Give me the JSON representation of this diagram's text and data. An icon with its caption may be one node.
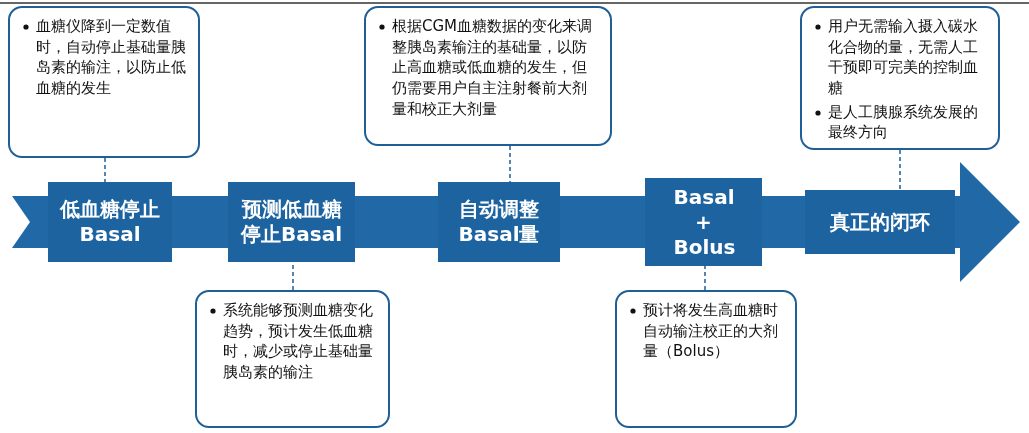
{
  "diagram": {
    "nodes": [
      {
        "text": [
          "血糖仪降到一定数值时，自动停止基础量胰岛素的输注，以防止低血糖的发生"
        ]
      },
      {
        "text": [
          "根据CGM血糖数据的变化来调整胰岛素输注的基础量，以防止高血糖或低血糖的发生，但仍需要用户自主注射餐前大剂量和校正大剂量"
        ]
      },
      {
        "text": [
          "用户无需输入摄入碳水化合物的量，无需人工干预即可完美的控制血糖",
          "是人工胰腺系统发展的最终方向"
        ]
      },
      {
        "text": [
          "低血糖停止 Basal"
        ]
      },
      {
        "text": [
          "预测低血糖停止Basal"
        ]
      },
      {
        "text": [
          "自动调整Basal量"
        ]
      },
      {
        "text": [
          "Basal + Bolus"
        ]
      },
      {
        "text": [
          "真正的闭环"
        ]
      },
      {
        "text": [
          "系统能够预测血糖变化趋势，预计发生低血糖时，减少或停止基础量胰岛素的输注"
        ]
      },
      {
        "text": [
          "预计将发生高血糖时自动输注校正的大剂量（Bolus）"
        ]
      }
    ],
    "edges": [
      {
        "from": 0,
        "to": 3,
        "arrow": "none",
        "style": "dashed"
      },
      {
        "from": 1,
        "to": 5,
        "arrow": "none",
        "style": "dashed"
      },
      {
        "from": 2,
        "to": 7,
        "arrow": "none",
        "style": "dashed"
      },
      {
        "from": 8,
        "to": 4,
        "arrow": "none",
        "style": "dashed"
      },
      {
        "from": 9,
        "to": 6,
        "arrow": "none",
        "style": "dashed"
      },
      {
        "from": null,
        "to": 3,
        "arrow": "none",
        "style": "thick",
        "color": "#2168a6"
      },
      {
        "from": 3,
        "to": 4,
        "arrow": "none",
        "style": "thick",
        "color": "#2168a6"
      },
      {
        "from": 4,
        "to": 5,
        "arrow": "none",
        "style": "thick",
        "color": "#2168a6"
      },
      {
        "from": 5,
        "to": 6,
        "arrow": "none",
        "style": "thick",
        "color": "#2168a6"
      },
      {
        "from": 6,
        "to": 7,
        "arrow": "none",
        "style": "thick",
        "color": "#2168a6"
      },
      {
        "from": 7,
        "to": null,
        "arrow": "to",
        "style": "thick",
        "color": "#2168a6"
      }
    ]
  }
}
